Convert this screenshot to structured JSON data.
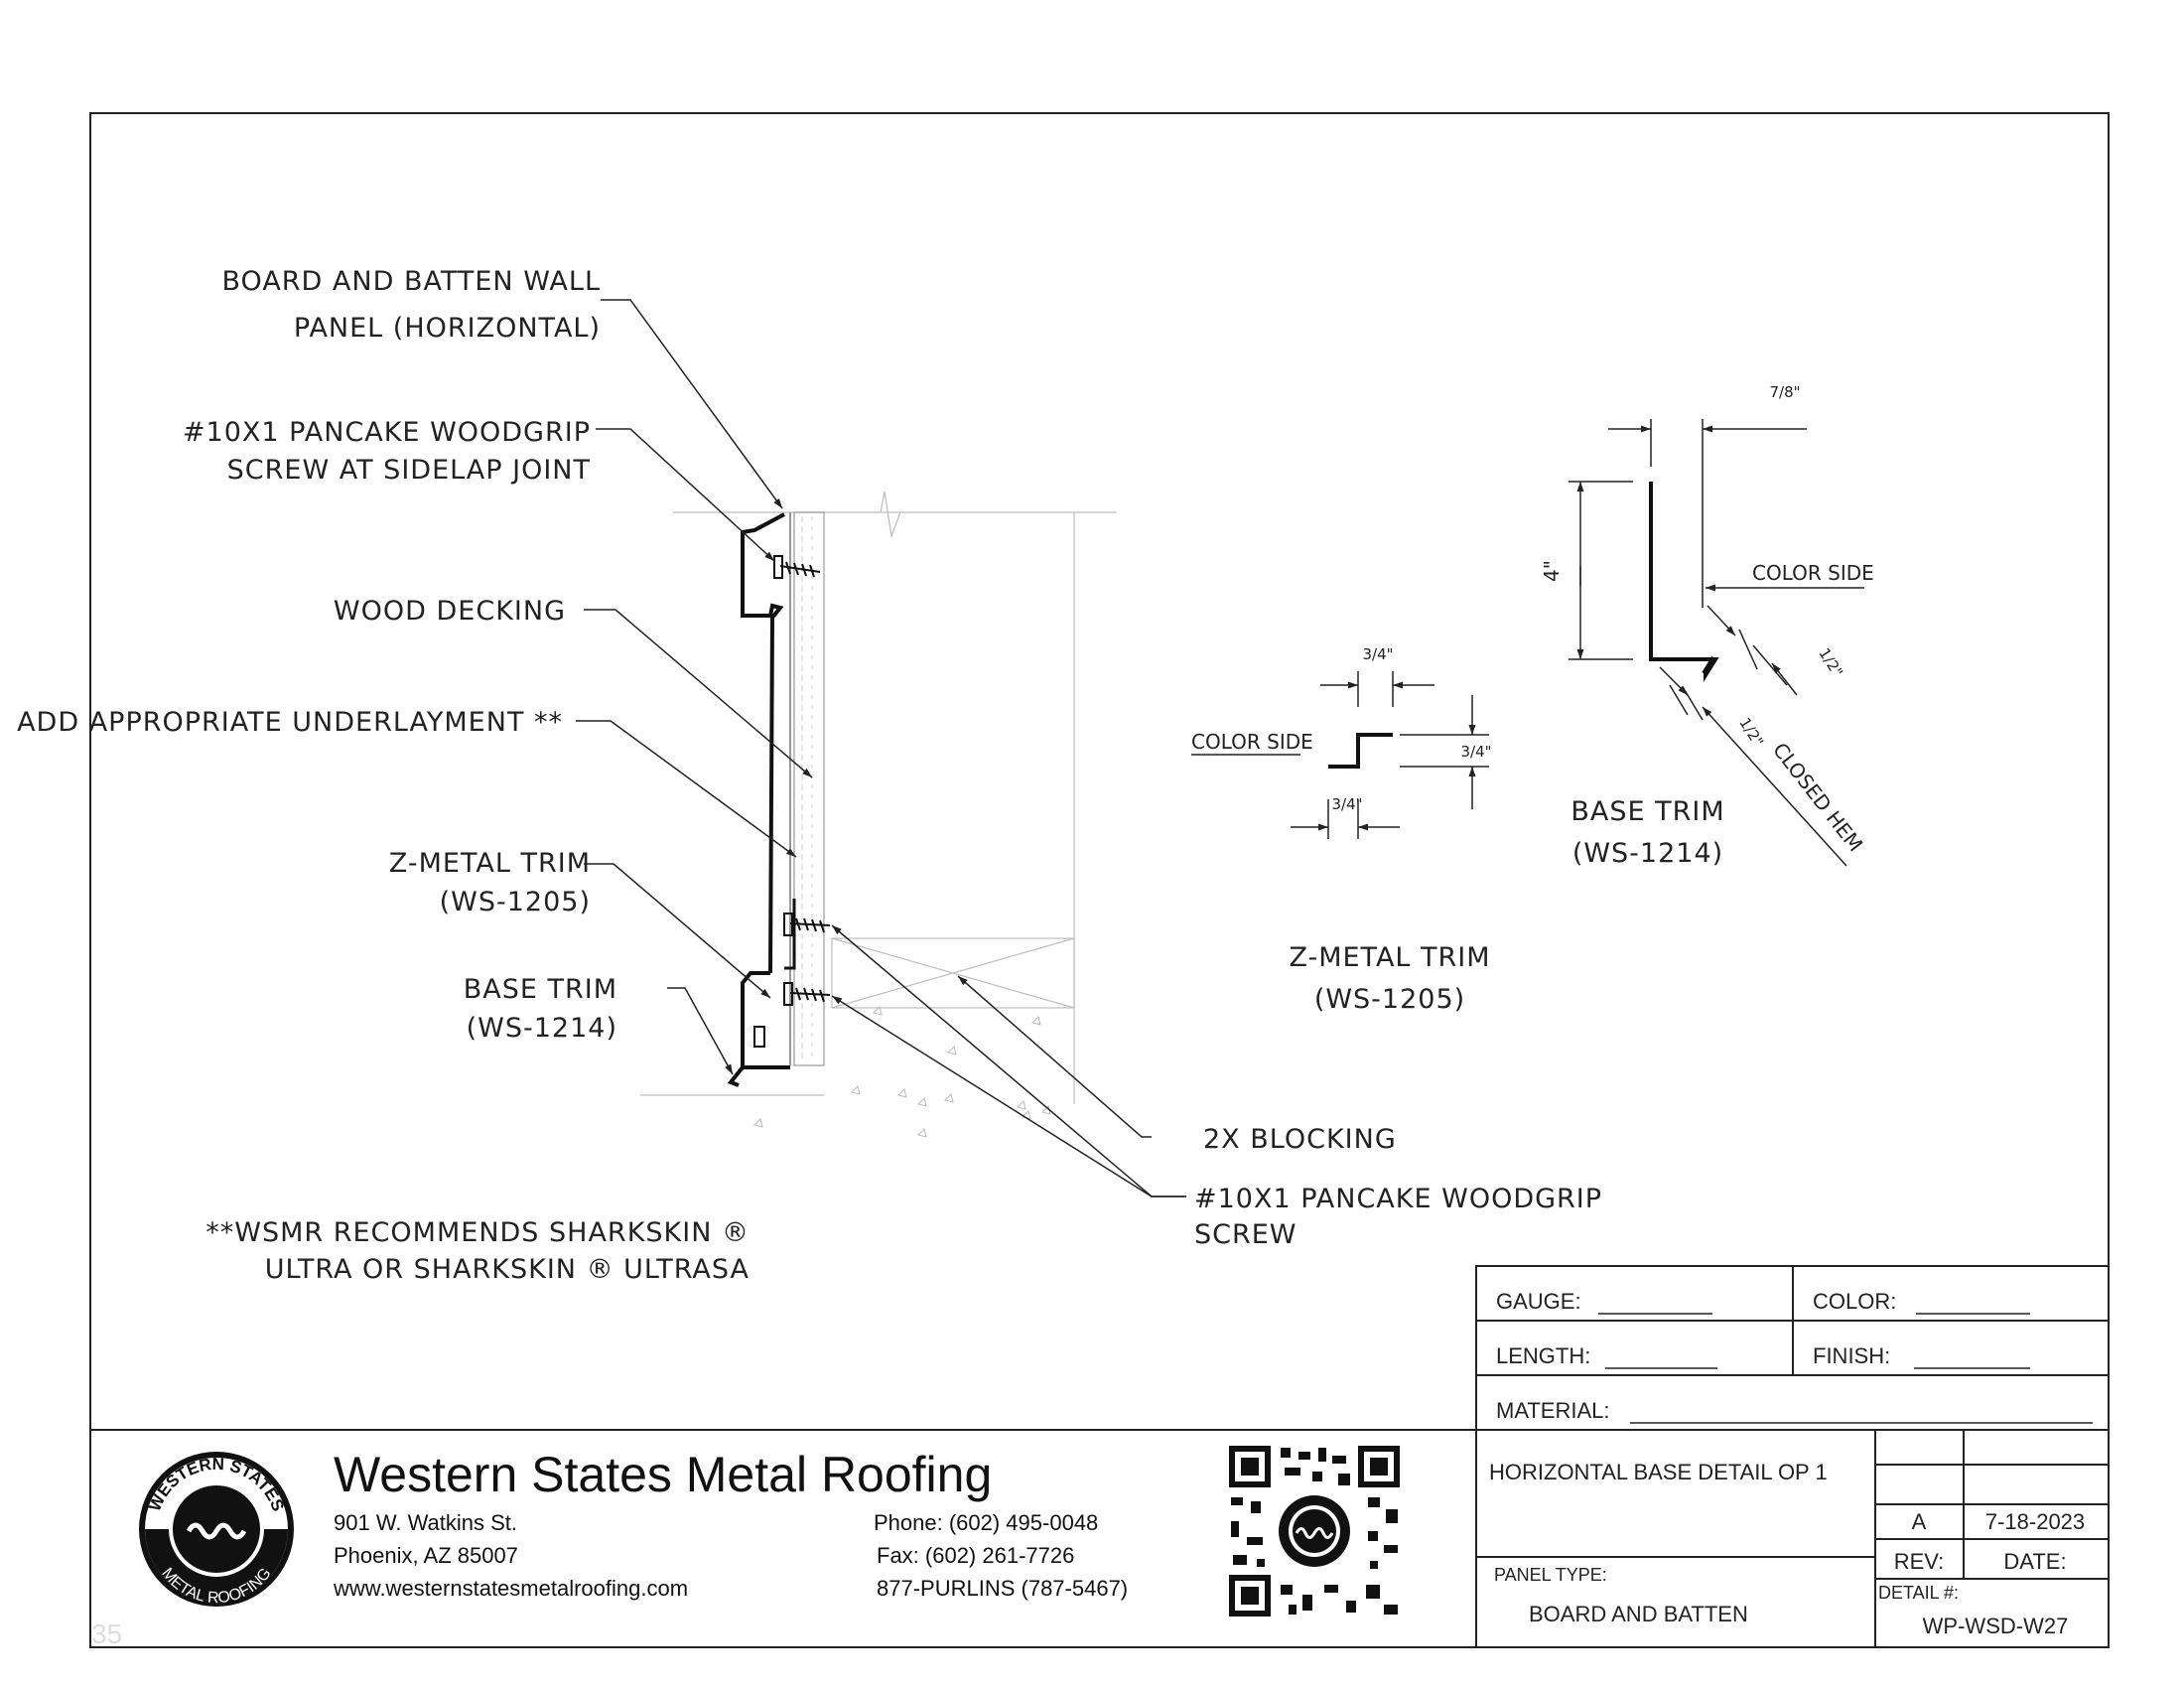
{
  "callouts": {
    "wall_panel": [
      "BOARD AND BATTEN WALL",
      "PANEL (HORIZONTAL)"
    ],
    "sidelap_screw": [
      "#10X1 PANCAKE WOODGRIP",
      "SCREW AT SIDELAP JOINT"
    ],
    "wood_decking": "WOOD DECKING",
    "underlayment": "ADD APPROPRIATE UNDERLAYMENT **",
    "z_trim": [
      "Z-METAL TRIM",
      "(WS-1205)"
    ],
    "base_trim": [
      "BASE TRIM",
      "(WS-1214)"
    ],
    "blocking": "2X BLOCKING",
    "woodgrip_screw": [
      "#10X1 PANCAKE WOODGRIP",
      "SCREW"
    ],
    "note": [
      "**WSMR RECOMMENDS SHARKSKIN ®",
      "ULTRA OR SHARKSKIN ® ULTRASA"
    ]
  },
  "z_trim_detail": {
    "color_side": "COLOR SIDE",
    "dim_top": "3/4\"",
    "dim_right": "3/4\"",
    "dim_bottom": "3/4\"",
    "title": [
      "Z-METAL TRIM",
      "(WS-1205)"
    ]
  },
  "base_trim_detail": {
    "dim_top": "7/8\"",
    "dim_height": "4\"",
    "color_side": "COLOR SIDE",
    "dim_hem_a": "1/2\"",
    "dim_hem_b": "1/2\"",
    "closed_hem": "CLOSED HEM",
    "title": [
      "BASE TRIM",
      "(WS-1214)"
    ]
  },
  "spec_table": {
    "gauge": "GAUGE:",
    "color": "COLOR:",
    "length": "LENGTH:",
    "finish": "FINISH:",
    "material": "MATERIAL:"
  },
  "company": {
    "name": "Western States Metal Roofing",
    "address1": "901 W. Watkins St.",
    "address2": "Phoenix, AZ 85007",
    "website": "www.westernstatesmetalroofing.com",
    "phone": "Phone: (602) 495-0048",
    "fax": "Fax: (602) 261-7726",
    "tollfree": "877-PURLINS (787-5467)",
    "logo_top": "WESTERN STATES",
    "logo_bottom": "METAL ROOFING",
    "page_number": "35"
  },
  "title_block": {
    "title": "HORIZONTAL BASE DETAIL OP 1",
    "revision": "A",
    "date": "7-18-2023",
    "rev_label": "REV:",
    "date_label": "DATE:",
    "panel_type_label": "PANEL TYPE:",
    "panel_type": "BOARD AND BATTEN",
    "detail_label": "DETAIL #:",
    "detail_number": "WP-WSD-W27"
  },
  "colors": {
    "ink": "#222222",
    "light_line": "#bdbdbd",
    "paper": "#ffffff"
  }
}
